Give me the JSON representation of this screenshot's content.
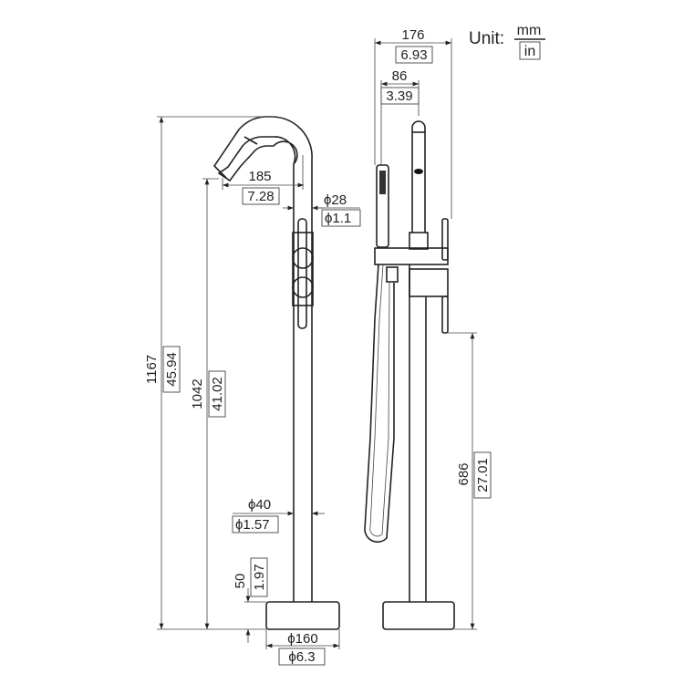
{
  "unit": {
    "label": "Unit:",
    "primary": "mm",
    "secondary": "in"
  },
  "front_view": {
    "total_height": {
      "mm": "1167",
      "in": "45.94"
    },
    "spout_height": {
      "mm": "1042",
      "in": "41.02"
    },
    "spout_reach": {
      "mm": "185",
      "in": "7.28"
    },
    "spout_diameter": {
      "mm": "ϕ28",
      "in": "ϕ1.1"
    },
    "pipe_diameter": {
      "mm": "ϕ40",
      "in": "ϕ1.57"
    },
    "base_height": {
      "mm": "50",
      "in": "1.97"
    },
    "base_diameter": {
      "mm": "ϕ160",
      "in": "ϕ6.3"
    }
  },
  "side_view": {
    "overall_width": {
      "mm": "176",
      "in": "6.93"
    },
    "handshower_offset": {
      "mm": "86",
      "in": "3.39"
    },
    "handle_height": {
      "mm": "686",
      "in": "27.01"
    }
  }
}
